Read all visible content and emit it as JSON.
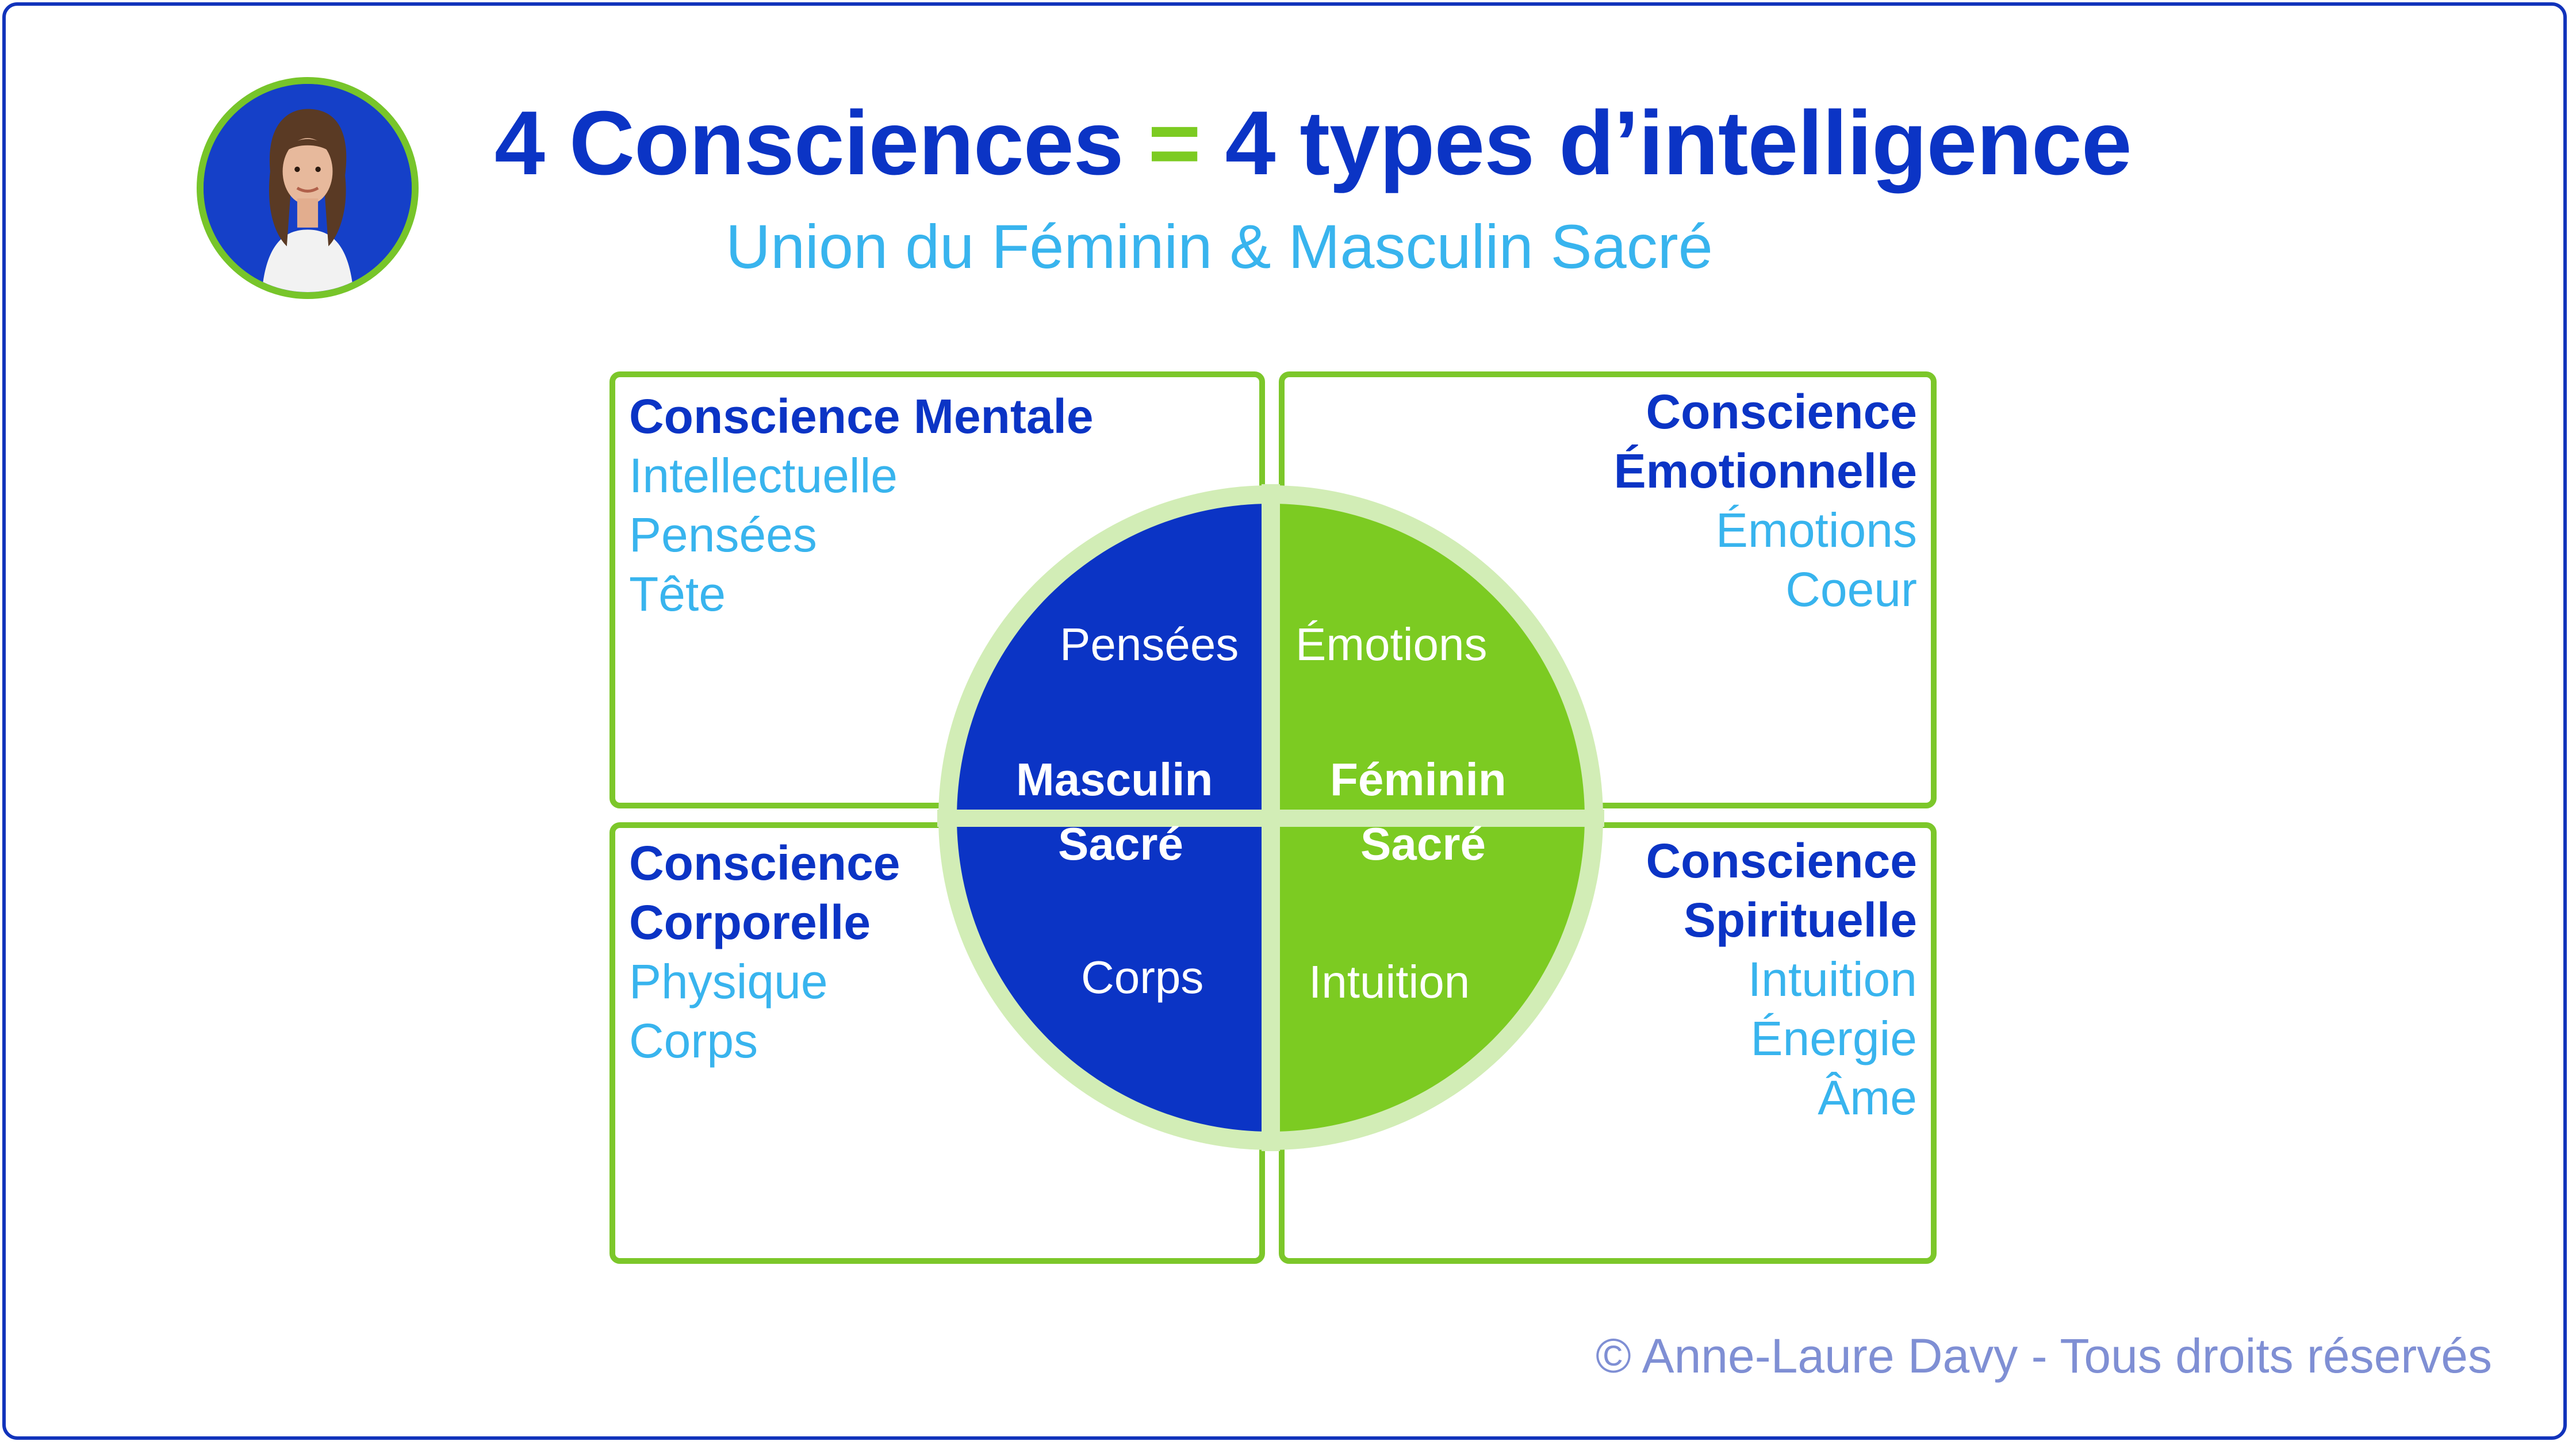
{
  "title": {
    "part1": "4 Consciences",
    "equals": "=",
    "part2": "4 types d’intelligence"
  },
  "subtitle": "Union du Féminin & Masculin Sacré",
  "quadrants": {
    "top_left": {
      "heading": [
        "Conscience Mentale"
      ],
      "items": [
        "Intellectuelle",
        "Pensées",
        "Tête"
      ]
    },
    "top_right": {
      "heading": [
        "Conscience",
        "Émotionnelle"
      ],
      "items": [
        "Émotions",
        "Coeur"
      ]
    },
    "bottom_left": {
      "heading": [
        "Conscience",
        "Corporelle"
      ],
      "items": [
        "Physique",
        "Corps"
      ]
    },
    "bottom_right": {
      "heading": [
        "Conscience",
        "Spirituelle"
      ],
      "items": [
        "Intuition",
        "Énergie",
        "Âme"
      ]
    }
  },
  "circle": {
    "top_left": "Pensées",
    "top_right": "Émotions",
    "bottom_left": "Corps",
    "bottom_right": "Intuition",
    "masculin": [
      "Masculin",
      "Sacré"
    ],
    "feminin": [
      "Féminin",
      "Sacré"
    ]
  },
  "copyright": "© Anne-Laure Davy - Tous droits réservés",
  "colors": {
    "blue": "#0b34c5",
    "green": "#7cc72a",
    "light_green": "#d2edb6",
    "light_blue": "#38b4ee"
  },
  "icons": {
    "avatar": "portrait-photo"
  }
}
